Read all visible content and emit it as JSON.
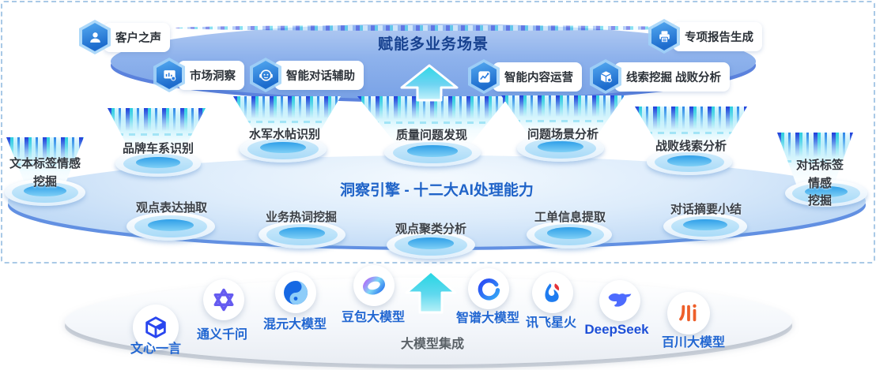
{
  "diagram": {
    "top_title": "赋能多业务场景",
    "center_title": "洞察引擎 - 十二大AI处理能力",
    "bottom_title": "大模型集成"
  },
  "scenario_badges": [
    {
      "label": "客户之声",
      "icon": "user-icon"
    },
    {
      "label": "市场洞察",
      "icon": "market-chart-icon"
    },
    {
      "label": "智能对话辅助",
      "icon": "chat-bot-icon"
    },
    {
      "label": "智能内容运营",
      "icon": "trend-chart-icon"
    },
    {
      "label": "线索挖掘 战败分析",
      "icon": "package-search-icon"
    },
    {
      "label": "专项报告生成",
      "icon": "report-printer-icon"
    }
  ],
  "funnels": [
    {
      "label": "文本标签情感\n挖掘"
    },
    {
      "label": "品牌车系识别"
    },
    {
      "label": "水军水帖识别"
    },
    {
      "label": "质量问题发现"
    },
    {
      "label": "问题场景分析"
    },
    {
      "label": "战败线索分析"
    },
    {
      "label": "对话标签情感\n挖掘"
    }
  ],
  "capabilities": [
    {
      "label": "观点表达抽取"
    },
    {
      "label": "业务热词挖掘"
    },
    {
      "label": "观点聚类分析"
    },
    {
      "label": "工单信息提取"
    },
    {
      "label": "对话摘要小结"
    }
  ],
  "models": [
    {
      "label": "文心一言",
      "icon": "wenxin-logo"
    },
    {
      "label": "通义千问",
      "icon": "tongyi-logo"
    },
    {
      "label": "混元大模型",
      "icon": "hunyuan-logo"
    },
    {
      "label": "豆包大模型",
      "icon": "doubao-logo"
    },
    {
      "label": "智谱大模型",
      "icon": "zhipu-logo"
    },
    {
      "label": "讯飞星火",
      "icon": "spark-logo"
    },
    {
      "label": "DeepSeek",
      "icon": "deepseek-logo"
    },
    {
      "label": "百川大模型",
      "icon": "baichuan-logo"
    }
  ],
  "colors": {
    "top_title_navy": "#17418f",
    "center_title_blue": "#1f63c8",
    "badge_hex_blue": "#1d6ccd",
    "arrow_cyan": "#35dfe8",
    "funnel_cyan": "#54c8ee",
    "platform_light_blue": "#cde2f8",
    "dashed_border": "#a9c9e6",
    "model_label_blue": "#2166d1",
    "deepseek_blue": "#4d6bfe",
    "tongyi_purple": "#655bf0",
    "spark_red": "#e53238",
    "baichuan_orange": "#ee5f2a",
    "gray_text": "#596066"
  }
}
